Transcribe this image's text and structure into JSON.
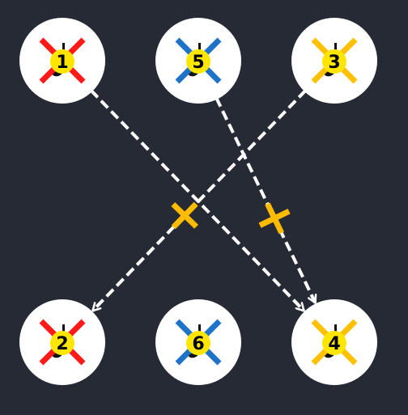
{
  "colors": {
    "background": "#262a35",
    "node_fill": "#ffffff",
    "arrow": "#ffffff",
    "marker_yellow": "#ffe600",
    "cross_red": "#ff1a1a",
    "cross_blue": "#1e73c8",
    "cross_amber": "#ffc000",
    "edge_mark": "#ffbb00"
  },
  "nodes": [
    {
      "id": "1",
      "label": "1",
      "cross_color": "#ff1a1a",
      "clef_icon": "music-note-icon"
    },
    {
      "id": "5",
      "label": "5",
      "cross_color": "#1e73c8",
      "clef_icon": "music-note-icon"
    },
    {
      "id": "3",
      "label": "3",
      "cross_color": "#ffc000",
      "clef_icon": "music-note-icon"
    },
    {
      "id": "2",
      "label": "2",
      "cross_color": "#ff1a1a",
      "clef_icon": "music-note-icon"
    },
    {
      "id": "6",
      "label": "6",
      "cross_color": "#1e73c8",
      "clef_icon": "music-note-icon"
    },
    {
      "id": "4",
      "label": "4",
      "cross_color": "#ffc000",
      "clef_icon": "music-note-icon"
    }
  ],
  "edges": [
    {
      "from": "1",
      "to": "4",
      "crossed": false
    },
    {
      "from": "5",
      "to": "4",
      "crossed": true
    },
    {
      "from": "3",
      "to": "2",
      "crossed": true
    }
  ]
}
